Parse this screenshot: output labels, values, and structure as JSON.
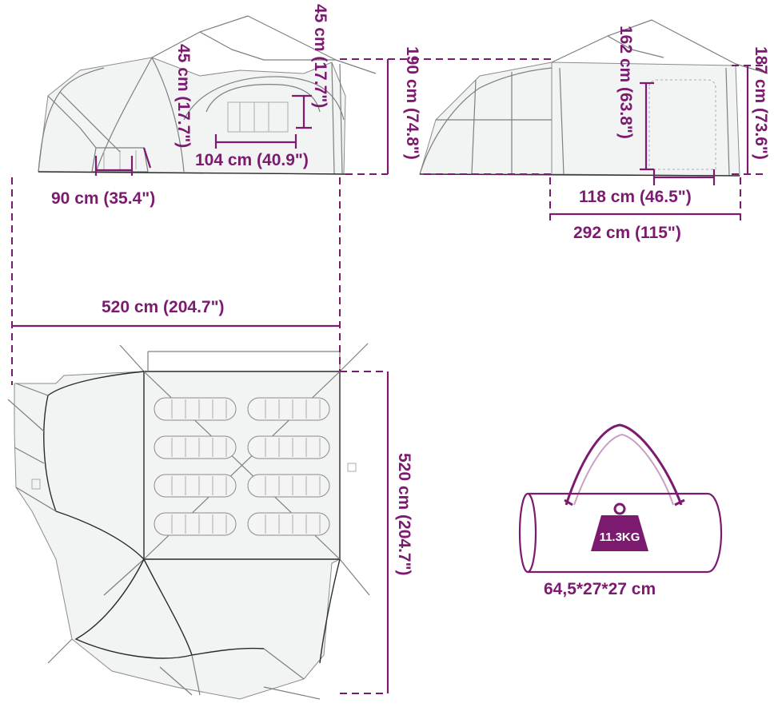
{
  "colors": {
    "dimension": "#7b1a6f",
    "sketch": "#7d8080",
    "sketch_dark": "#2b2b2b",
    "background": "#ffffff"
  },
  "dimensions": {
    "door_front_width": "90 cm (35.4\")",
    "window_height_left": "45 cm (17.7\")",
    "window_height_right": "45 cm (17.7\")",
    "window_width": "104 cm (40.9\")",
    "tent_height": "190 cm (74.8\")",
    "door_height": "162 cm (63.8\")",
    "side_height": "187 cm (73.6\")",
    "door_width": "118 cm (46.5\")",
    "side_width": "292 cm (115\")",
    "floor_width": "520 cm (204.7\")",
    "floor_length": "520 cm (204.7\")"
  },
  "bag": {
    "weight_label": "11.3KG",
    "size_label": "64,5*27*27 cm"
  },
  "icons": [
    "tent-front-view-icon",
    "tent-side-view-icon",
    "tent-top-view-icon",
    "sleeping-bag-icon",
    "carry-bag-icon",
    "weight-icon"
  ]
}
